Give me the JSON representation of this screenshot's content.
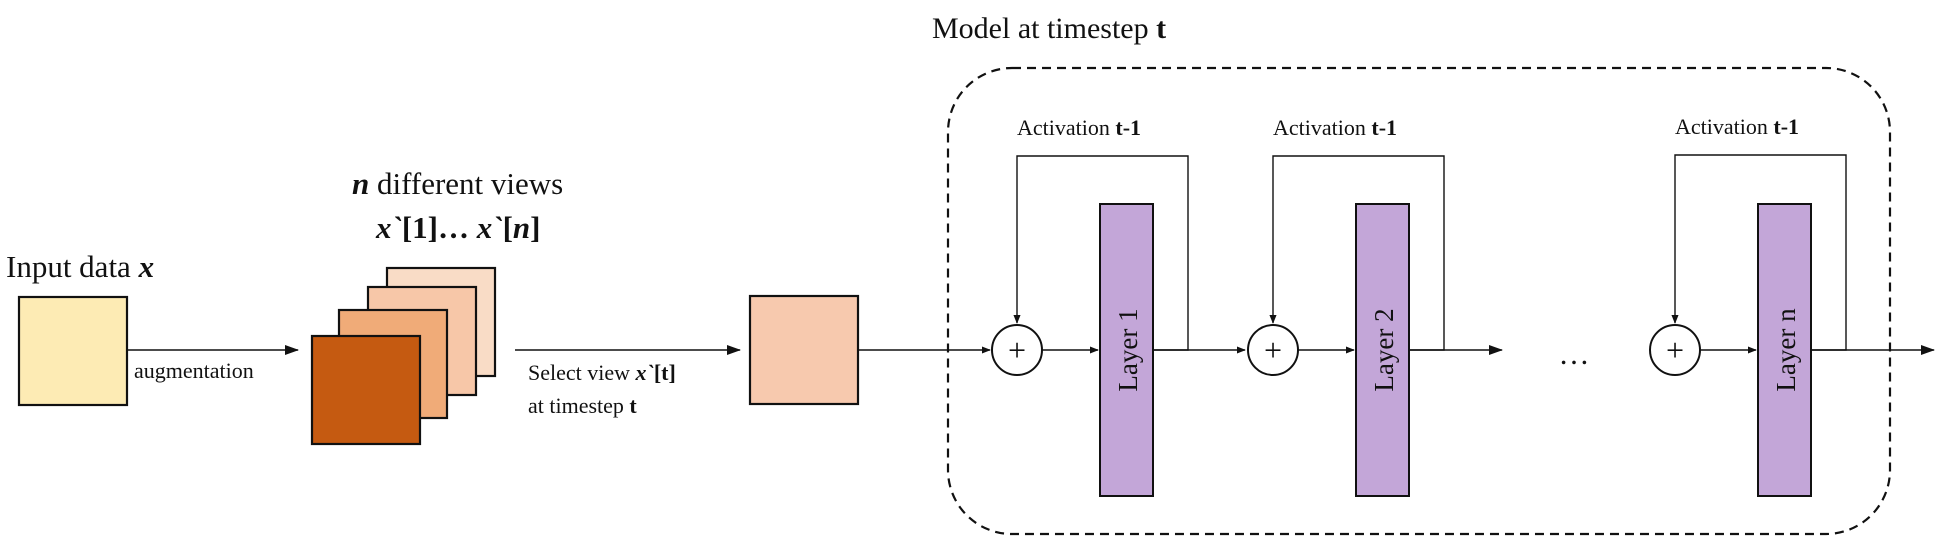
{
  "title": {
    "text": "Model at timestep",
    "emph": "t"
  },
  "input": {
    "text": "Input data",
    "var": "x",
    "color": "#fdebb4"
  },
  "augmentation": {
    "label": "augmentation"
  },
  "views": {
    "line1_var": "n",
    "line1_text": " different views",
    "line2_a": "x`",
    "line2_b": "[1]… ",
    "line2_c": "x`",
    "line2_d": "[",
    "line2_e": "n",
    "line2_f": "]",
    "colors": [
      "#f9dcc6",
      "#f7c7a8",
      "#f0ab78",
      "#c55a11"
    ]
  },
  "select": {
    "line1_text": "Select view ",
    "line1_var": "x`",
    "line1_idx": "[t]",
    "line2_text": "at timestep ",
    "line2_var": "t",
    "view_color": "#f7c9ae"
  },
  "layers": [
    {
      "name": "Layer 1",
      "activation": "Activation ",
      "activation_t": "t-1"
    },
    {
      "name": "Layer 2",
      "activation": "Activation ",
      "activation_t": "t-1"
    },
    {
      "name": "Layer n",
      "activation": "Activation ",
      "activation_t": "t-1"
    }
  ],
  "layer_color": "#c3a6d8",
  "ellipsis": "…",
  "plus_symbol": "+"
}
